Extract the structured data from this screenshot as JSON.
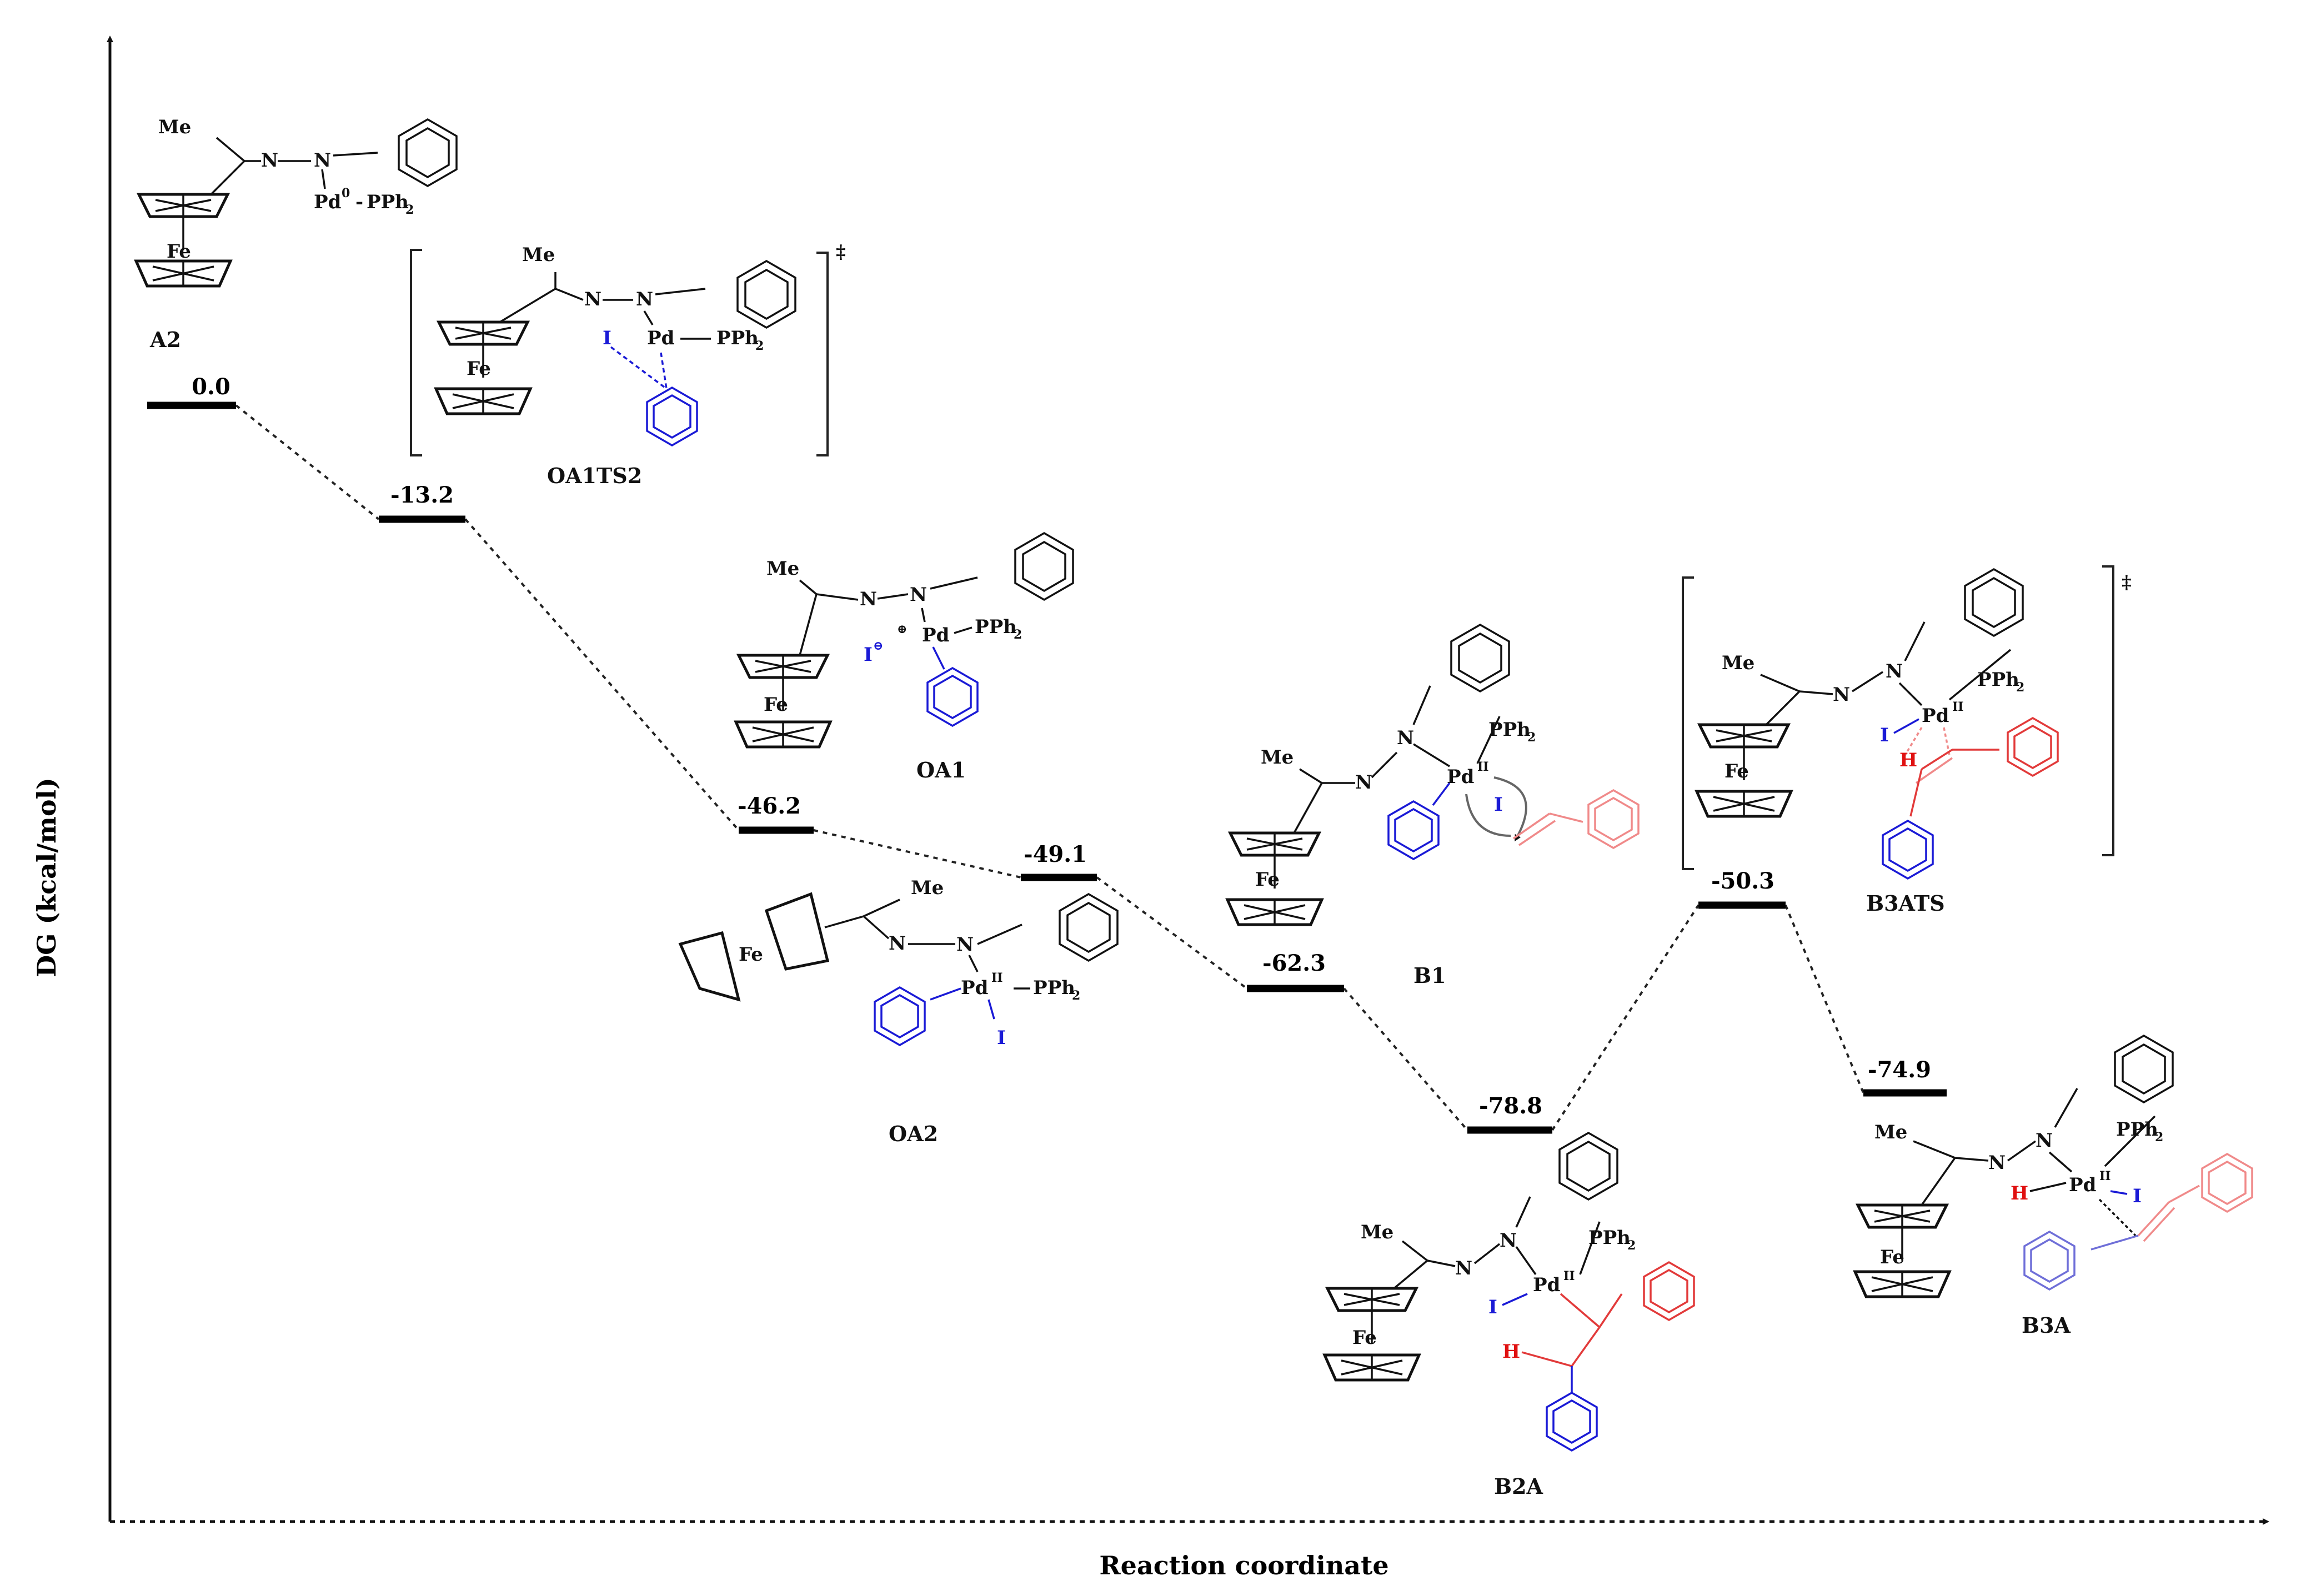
{
  "axes": {
    "y_label": "DG (kcal/mol)",
    "x_label": "Reaction coordinate"
  },
  "energy_levels": [
    {
      "id": "A2",
      "value": "0.0"
    },
    {
      "id": "OA1TS2",
      "value": "-13.2"
    },
    {
      "id": "OA1",
      "value": "-46.2"
    },
    {
      "id": "OA2",
      "value": "-49.1"
    },
    {
      "id": "B1",
      "value": "-62.3"
    },
    {
      "id": "B2A",
      "value": "-78.8"
    },
    {
      "id": "B3ATS",
      "value": "-50.3"
    },
    {
      "id": "B3A",
      "value": "-74.9"
    }
  ],
  "structures": {
    "A2": "A2",
    "OA1TS2": "OA1TS2",
    "OA1": "OA1",
    "OA2": "OA2",
    "B1": "B1",
    "B2A": "B2A",
    "B3ATS": "B3ATS",
    "B3A": "B3A"
  },
  "ts_marker": "‡",
  "atoms": {
    "me": "Me",
    "n": "N",
    "fe": "Fe",
    "pd": "Pd",
    "pph2": "PPh",
    "sub2": "2",
    "i": "I",
    "h": "H",
    "sup_0": "0",
    "sup_II": "II",
    "i_minus": "I",
    "plus": "⊕",
    "minus": "⊖"
  }
}
